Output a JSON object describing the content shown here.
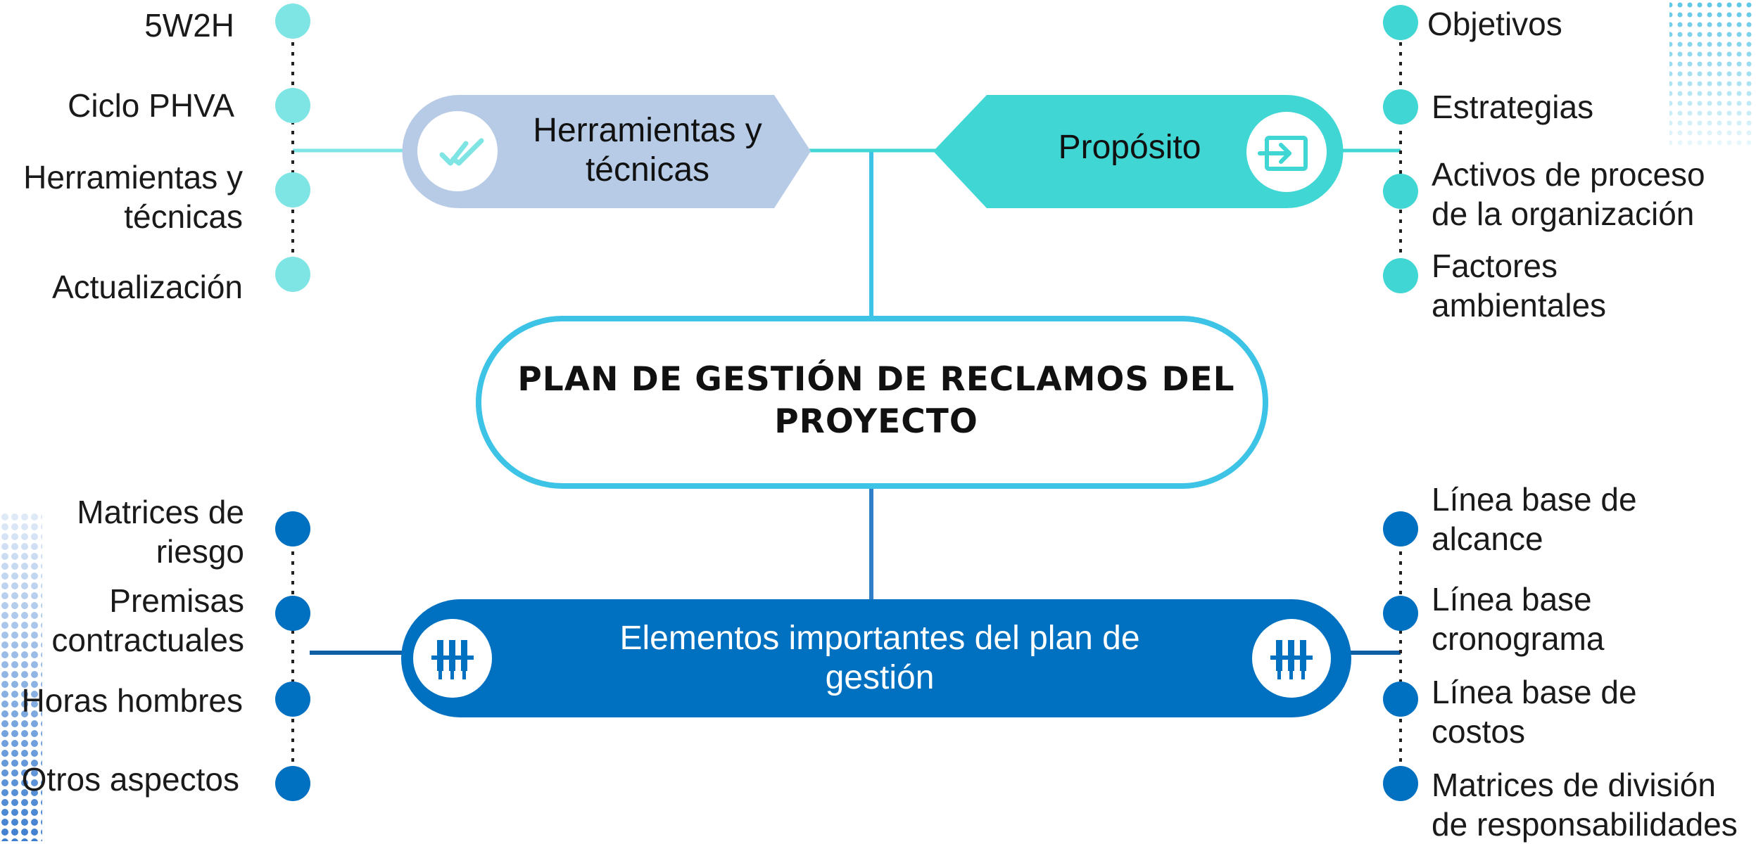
{
  "colors": {
    "teal": "#3fd6d4",
    "teal_light": "#7ee5e4",
    "lavender": "#b7cbe6",
    "blue": "#0070c0",
    "center_border": "#3cc3e6",
    "line_blue": "#2f7fc8"
  },
  "center": {
    "title_line1": "PLAN DE GESTIÓN DE RECLAMOS DEL",
    "title_line2": "PROYECTO"
  },
  "branches": {
    "tools": {
      "label_line1": "Herramientas y",
      "label_line2": "técnicas",
      "icon": "double-check-icon",
      "items": [
        {
          "line1": "5W2H",
          "line2": ""
        },
        {
          "line1": "Ciclo PHVA",
          "line2": ""
        },
        {
          "line1": "Herramientas y",
          "line2": "técnicas"
        },
        {
          "line1": "Actualización",
          "line2": ""
        }
      ]
    },
    "purpose": {
      "label": "Propósito",
      "icon": "input-arrow-icon",
      "items": [
        {
          "line1": "Objetivos",
          "line2": ""
        },
        {
          "line1": "Estrategias",
          "line2": ""
        },
        {
          "line1": "Activos de proceso",
          "line2": "de la organización"
        },
        {
          "line1": "Factores",
          "line2": "ambientales"
        }
      ]
    },
    "elements": {
      "label_line1": "Elementos importantes del plan de",
      "label_line2": "gestión",
      "icon": "connector-plug-icon",
      "left_items": [
        {
          "line1": "Matrices de",
          "line2": "riesgo"
        },
        {
          "line1": "Premisas",
          "line2": "contractuales"
        },
        {
          "line1": "Horas hombres",
          "line2": ""
        },
        {
          "line1": "Otros aspectos",
          "line2": ""
        }
      ],
      "right_items": [
        {
          "line1": "Línea base de",
          "line2": "alcance"
        },
        {
          "line1": "Línea base",
          "line2": "cronograma"
        },
        {
          "line1": "Línea base de",
          "line2": "costos"
        },
        {
          "line1": "Matrices de división",
          "line2": "de responsabilidades"
        }
      ]
    }
  }
}
